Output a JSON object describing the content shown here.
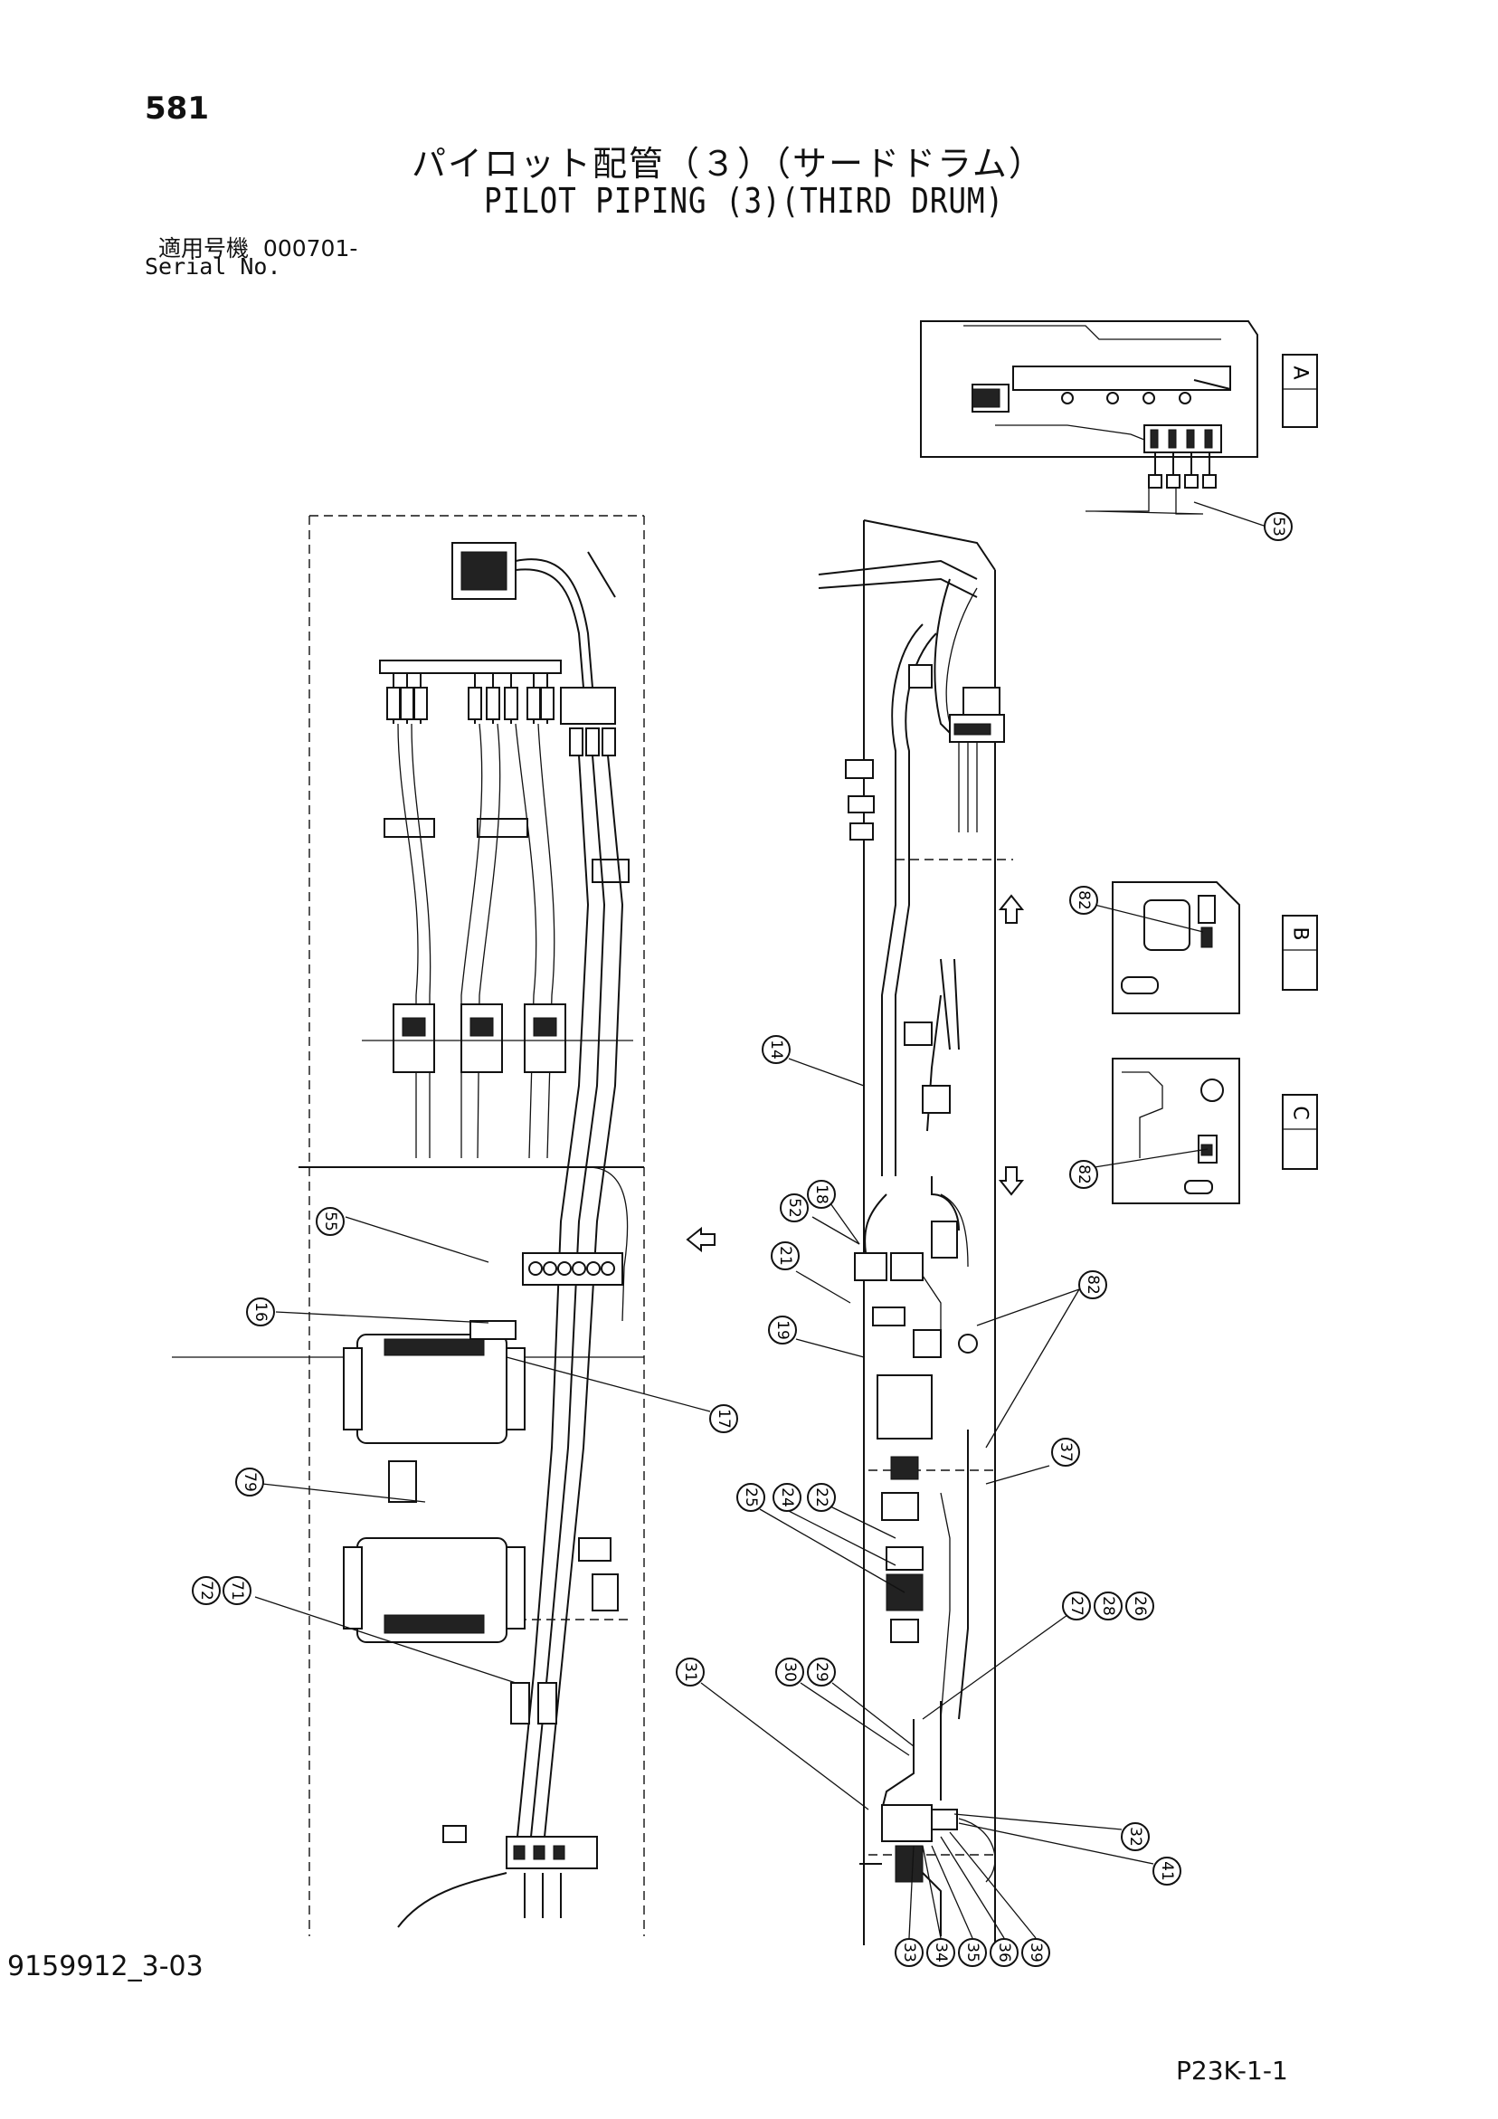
{
  "header": {
    "page_number": "581",
    "title_jp": "パイロット配管（３）（サードドラム）",
    "title_en": "PILOT PIPING (3)(THIRD DRUM)",
    "serial_label_jp": "適用号機",
    "serial_value": "000701-",
    "serial_label_en": "Serial No."
  },
  "footer": {
    "doc_id": "9159912_3-03",
    "page_code": "P23K-1-1"
  },
  "views": {
    "a": "A",
    "b": "B",
    "c": "C"
  },
  "callouts": {
    "c53": "53",
    "c82a": "82",
    "c82b": "82",
    "c82c": "82",
    "c14": "14",
    "c18": "18",
    "c52": "52",
    "c21": "21",
    "c19": "19",
    "c37": "37",
    "c22": "22",
    "c24": "24",
    "c25": "25",
    "c27": "27",
    "c28": "28",
    "c26": "26",
    "c29": "29",
    "c30": "30",
    "c31": "31",
    "c32": "32",
    "c41": "41",
    "c33": "33",
    "c34": "34",
    "c35": "35",
    "c36": "36",
    "c39": "39",
    "c55": "55",
    "c16": "16",
    "c17": "17",
    "c79": "79",
    "c72": "72",
    "c71": "71"
  }
}
